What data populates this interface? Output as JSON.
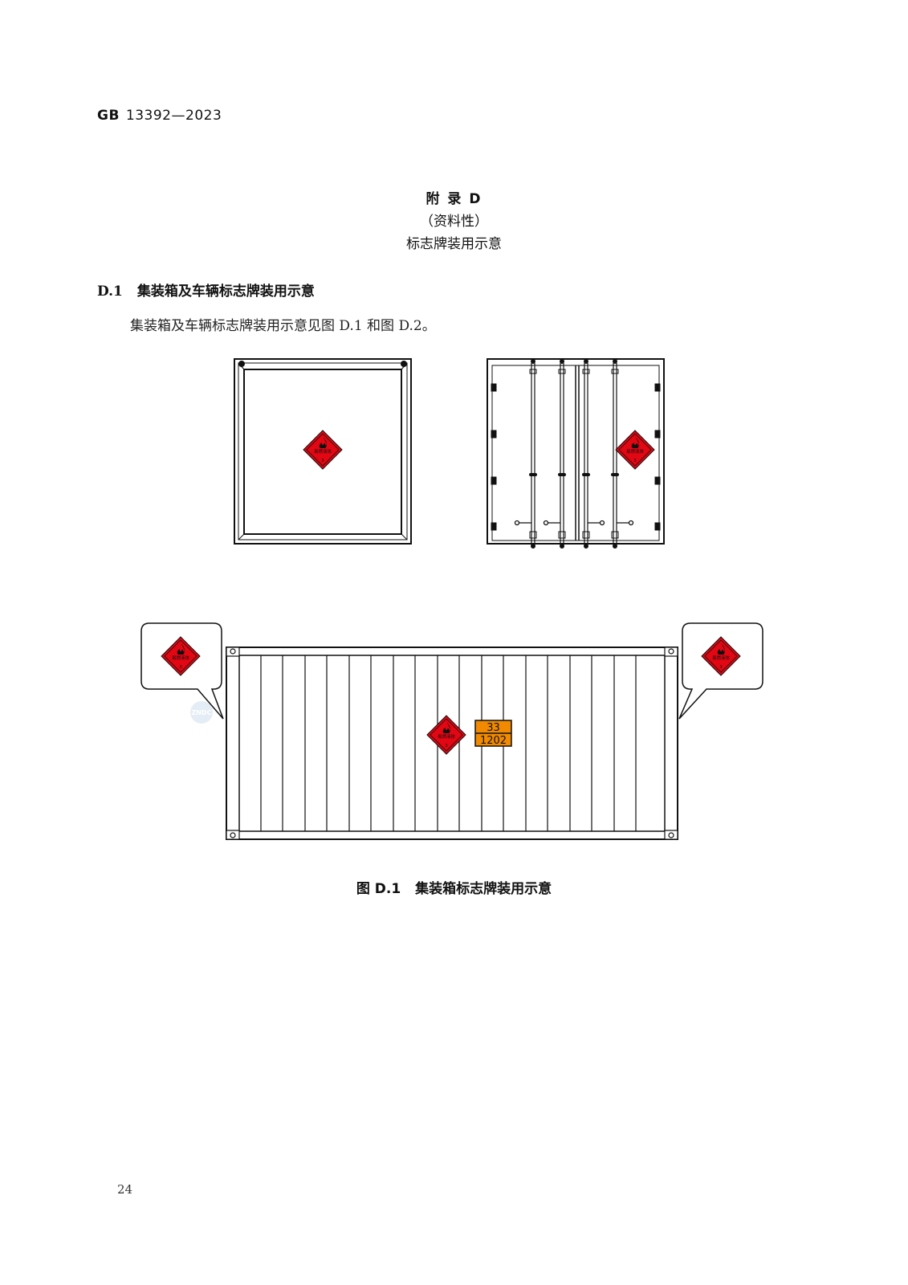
{
  "header": {
    "standard_prefix": "GB",
    "standard_number": "13392—2023"
  },
  "appendix": {
    "title": "附 录 D",
    "nature": "（资料性）",
    "subject": "标志牌装用示意"
  },
  "section": {
    "number": "D.1",
    "title": "集装箱及车辆标志牌装用示意",
    "body": "集装箱及车辆标志牌装用示意见图 D.1 和图 D.2。"
  },
  "placard": {
    "label": "易燃液体",
    "class_number": "3",
    "fill_color": "#e30613",
    "symbol_color": "#111111"
  },
  "orange_plate": {
    "hazard_id": "33",
    "un_number": "1202",
    "fill_color": "#f18a00"
  },
  "watermark": {
    "text": "ZNDC"
  },
  "figure": {
    "number": "图 D.1",
    "caption": "集装箱标志牌装用示意"
  },
  "page_number": "24"
}
